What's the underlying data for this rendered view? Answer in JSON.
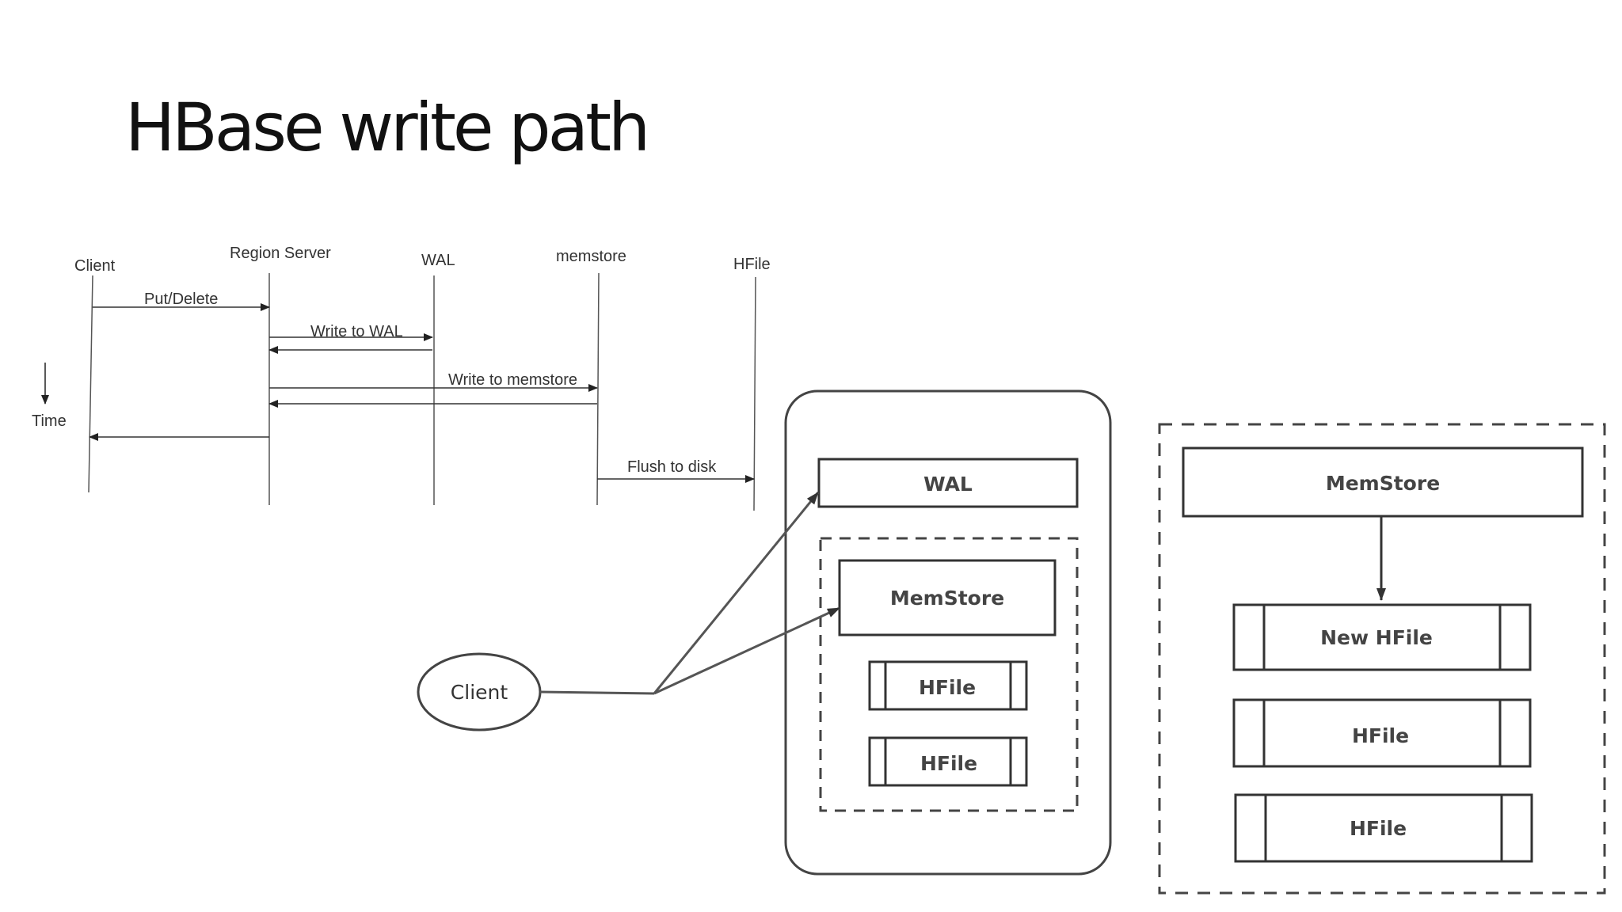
{
  "title": "HBase write path",
  "sequence": {
    "participants": {
      "client": "Client",
      "region_server": "Region Server",
      "wal": "WAL",
      "memstore": "memstore",
      "hfile": "HFile"
    },
    "messages": {
      "put_delete": "Put/Delete",
      "write_to_wal": "Write to WAL",
      "write_to_memstore": "Write to memstore",
      "flush_to_disk": "Flush to disk"
    },
    "time_label": "Time"
  },
  "region_server_diagram": {
    "client": "Client",
    "wal": "WAL",
    "memstore": "MemStore",
    "hfiles": [
      "HFile",
      "HFile"
    ]
  },
  "flush_diagram": {
    "memstore": "MemStore",
    "new_hfile": "New HFile",
    "hfiles": [
      "HFile",
      "HFile"
    ]
  }
}
